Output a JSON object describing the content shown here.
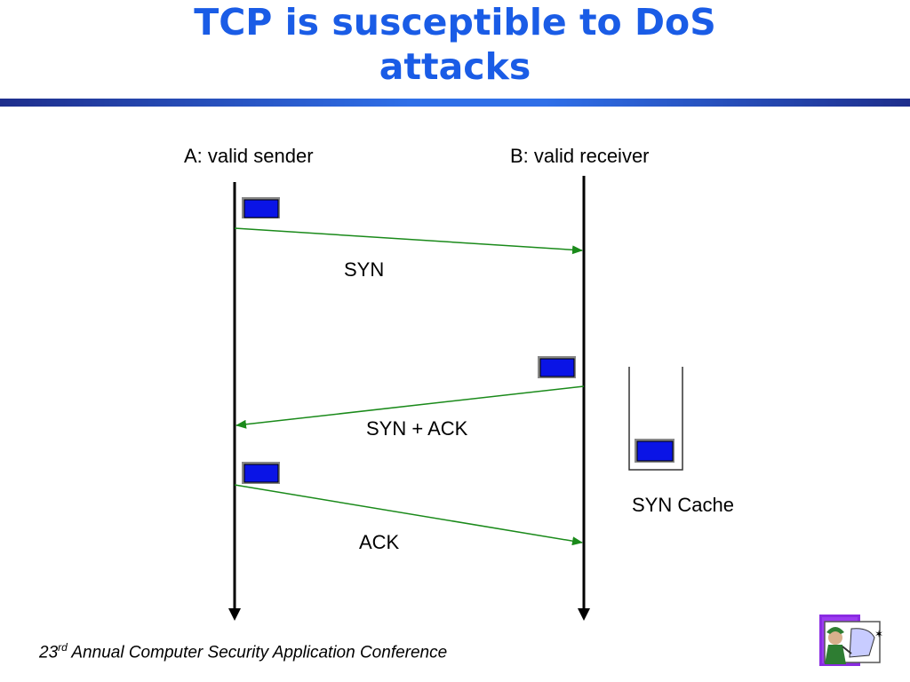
{
  "slide": {
    "title_line1": "TCP is susceptible to DoS",
    "title_line2": "attacks"
  },
  "diagram": {
    "sender_label": "A: valid sender",
    "receiver_label": "B: valid receiver",
    "messages": [
      {
        "label": "SYN",
        "from": "A",
        "to": "B"
      },
      {
        "label": "SYN + ACK",
        "from": "B",
        "to": "A"
      },
      {
        "label": "ACK",
        "from": "A",
        "to": "B"
      }
    ],
    "cache_label": "SYN Cache"
  },
  "footer": {
    "number": "23",
    "ordinal": "rd",
    "text": " Annual Computer Security Application Conference"
  },
  "colors": {
    "title": "#1a5ce6",
    "arrow": "#1a8a1a",
    "packet": "#0a14e6",
    "rule": "#2f6fe8"
  }
}
